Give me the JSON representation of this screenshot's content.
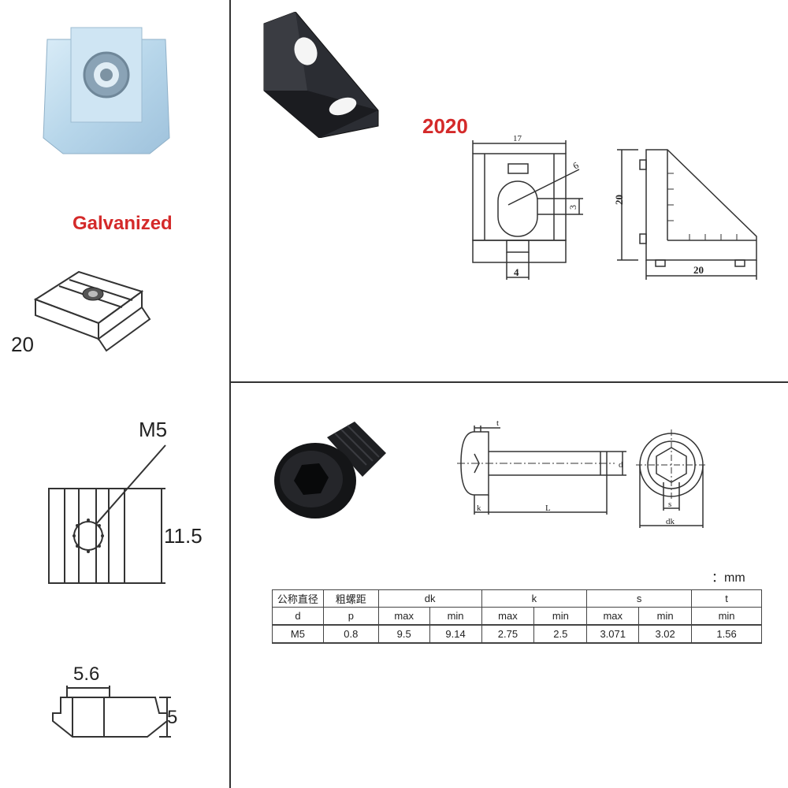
{
  "left_panel": {
    "finish_label": "Galvanized",
    "nut_size_label": "20",
    "thread_label": "M5",
    "height_dim": "11.5",
    "top_width_dim": "5.6",
    "side_height_dim": "5"
  },
  "bracket_panel": {
    "model_label": "2020",
    "dim_width_top": "17",
    "dim_hole_diameter": "6",
    "dim_slot": "3",
    "dim_bottom": "4",
    "dim_side_height": "20",
    "dim_side_width": "20"
  },
  "screw_panel": {
    "dim_t": "t",
    "dim_d": "d",
    "dim_k": "k",
    "dim_L": "L",
    "dim_s": "s",
    "dim_dk": "dk",
    "unit": "：mm"
  },
  "spec_table": {
    "header_row1": {
      "nominal_diameter": "公称直径",
      "coarse_pitch": "粗螺距",
      "dk": "dk",
      "k": "k",
      "s": "s",
      "t": "t"
    },
    "header_row2": {
      "d": "d",
      "p": "p",
      "dk_max": "max",
      "dk_min": "min",
      "k_max": "max",
      "k_min": "min",
      "s_max": "max",
      "s_min": "min",
      "t_min": "min"
    },
    "values": {
      "d": "M5",
      "p": "0.8",
      "dk_max": "9.5",
      "dk_min": "9.14",
      "k_max": "2.75",
      "k_min": "2.5",
      "s_max": "3.071",
      "s_min": "3.02",
      "t_min": "1.56"
    }
  }
}
